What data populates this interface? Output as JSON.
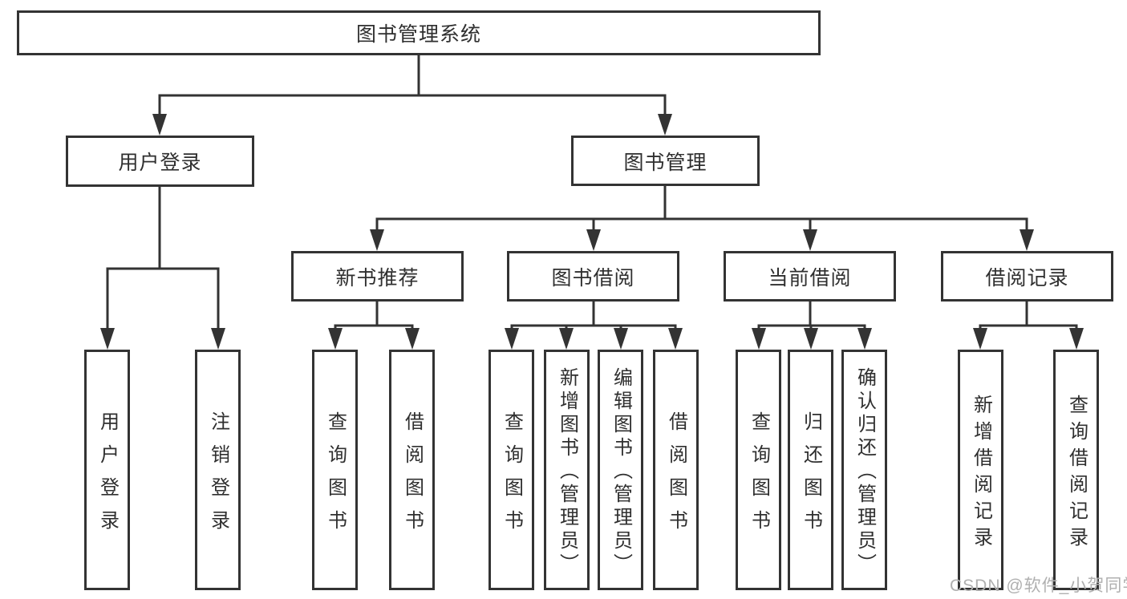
{
  "diagram": {
    "root": {
      "label": "图书管理系统"
    },
    "level2": [
      {
        "label": "用户登录"
      },
      {
        "label": "图书管理"
      }
    ],
    "level3": [
      {
        "label": "新书推荐"
      },
      {
        "label": "图书借阅"
      },
      {
        "label": "当前借阅"
      },
      {
        "label": "借阅记录"
      }
    ],
    "leaves": [
      {
        "label": "用户登录"
      },
      {
        "label": "注销登录"
      },
      {
        "label": "查询图书"
      },
      {
        "label": "借阅图书"
      },
      {
        "label": "查询图书"
      },
      {
        "label": "新增图书（管理员）"
      },
      {
        "label": "编辑图书（管理员）"
      },
      {
        "label": "借阅图书"
      },
      {
        "label": "查询图书"
      },
      {
        "label": "归还图书"
      },
      {
        "label": "确认归还（管理员）"
      },
      {
        "label": "新增借阅记录"
      },
      {
        "label": "查询借阅记录"
      }
    ]
  },
  "watermark": {
    "text": "CSDN @软件_小贺同学"
  },
  "colors": {
    "line": "#333333",
    "box_border": "#333333",
    "box_background": "#ffffff",
    "text": "#2f2f2f",
    "watermark": "#b0b0b0",
    "page_background": "#ffffff"
  }
}
